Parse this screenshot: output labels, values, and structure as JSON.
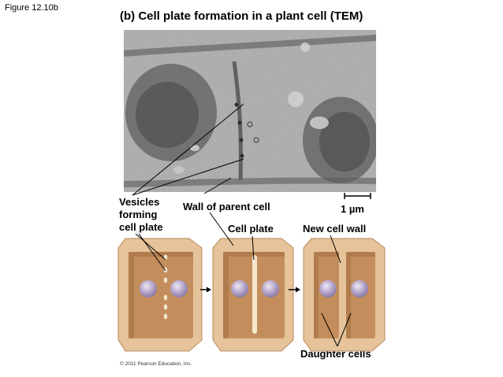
{
  "figure_label": "Figure 12.10b",
  "title": "(b) Cell plate formation in a plant cell (TEM)",
  "labels": {
    "vesicles_line1": "Vesicles",
    "vesicles_line2": "forming",
    "vesicles_line3": "cell plate",
    "wall_parent": "Wall of parent cell",
    "scale": "1 µm",
    "cell_plate": "Cell plate",
    "new_cell_wall": "New cell wall",
    "daughter_cells": "Daughter cells"
  },
  "copyright": "© 2011 Pearson Education, Inc.",
  "colors": {
    "tem_gray": "#a9a9a9",
    "cell_wall": "#e6c39a",
    "cell_interior": "#c48e5c",
    "cell_shadow": "#a06e43",
    "nucleus": "#b7a9cc",
    "plate": "#f6e7cf"
  }
}
